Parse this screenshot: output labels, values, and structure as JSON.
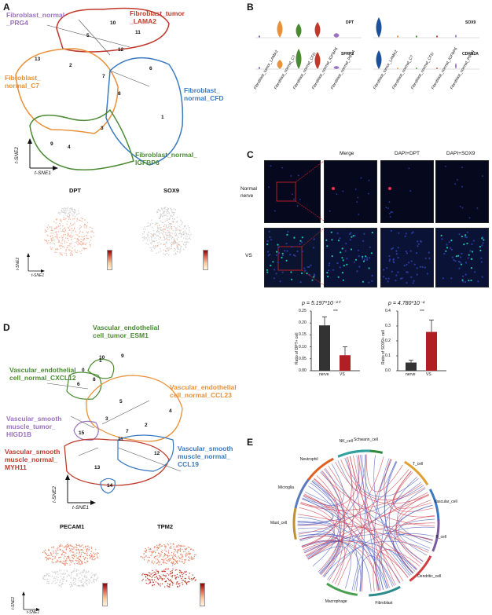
{
  "panelA": {
    "letter": "A",
    "labels": {
      "prg4": "Fibroblast_normal\n_PRG4",
      "lama2": "Fibroblast_tumor\n_LAMA2",
      "c7": "Fibroblast_\nnormal_C7",
      "cfd": "Fibroblast_\nnormal_CFD",
      "igfbp6": "Fibroblast_normal_\nIGFBP6"
    },
    "clusters": [
      "1",
      "2",
      "3",
      "4",
      "5",
      "6",
      "7",
      "8",
      "9",
      "10",
      "11",
      "12",
      "13"
    ],
    "axis_y": "t-SNE2",
    "axis_x": "t-SNE1",
    "feature1": "DPT",
    "feature2": "SOX9"
  },
  "panelB": {
    "letter": "B",
    "gene_left_top": "DPT",
    "gene_left_bottom": "SFRP2",
    "gene_right_top": "SOX9",
    "gene_right_bottom": "CDKN2A",
    "groups": [
      "Fibroblast_tumor_LAMA2",
      "Fibroblast_normal_C7",
      "Fibroblast_normal_CFD",
      "Fibroblast_normal_IGFBP6",
      "Fibroblast_normal_PRG4"
    ]
  },
  "panelC": {
    "letter": "C",
    "col_merge": "Merge",
    "col_dpt": "DAPI+DPT",
    "col_sox9": "DAPI+SOX9",
    "row_normal": "Normal\nnerve",
    "row_vs": "VS",
    "stat1": "p = 5.197*10⁻¹⁰",
    "stat2": "p = 4.780*10⁻⁴",
    "sig": "***",
    "bar1": {
      "ylabel": "Ratio of DPT+ cell",
      "categories": [
        "nerve",
        "VS"
      ],
      "values": [
        0.19,
        0.065
      ],
      "errors": [
        0.035,
        0.035
      ],
      "ticks": [
        "0.00",
        "0.05",
        "0.10",
        "0.15",
        "0.20",
        "0.25"
      ]
    },
    "bar2": {
      "ylabel": "Ratio of SOX9+ cell",
      "categories": [
        "nerve",
        "VS"
      ],
      "values": [
        0.055,
        0.26
      ],
      "errors": [
        0.015,
        0.08
      ],
      "ticks": [
        "0.0",
        "0.1",
        "0.2",
        "0.3",
        "0.4"
      ]
    }
  },
  "panelD": {
    "letter": "D",
    "labels": {
      "esm1": "Vascular_endothelial\ncell_tumor_ESM1",
      "cxcl12": "Vascular_endothelial\ncell_normal_CXCL12",
      "ccl23": "Vascular_endothelial\ncell_normal_CCL23",
      "higd1b": "Vascular_smooth\nmuscle_tumor_\nHIGD1B",
      "myh11": "Vascular_smooth\nmuscle_normal_\nMYH11",
      "ccl19": "Vascular_smooth\nmuscle_normal_\nCCL19"
    },
    "clusters": [
      "0",
      "1",
      "2",
      "3",
      "4",
      "5",
      "6",
      "7",
      "8",
      "9",
      "10",
      "11",
      "12",
      "13",
      "14",
      "15"
    ],
    "axis_y": "t-SNE2",
    "axis_x": "t-SNE1",
    "feature1": "PECAM1",
    "feature2": "TPM2"
  },
  "panelE": {
    "letter": "E",
    "cell_types": [
      "Schwann_cell",
      "T_cell",
      "Vascular_cell",
      "B_cell",
      "Dendritic_cell",
      "Fibroblast",
      "Macrophage",
      "Mast_cell",
      "Microglia",
      "Neutrophil",
      "NK_cell"
    ]
  },
  "colors": {
    "prg4": "#9b72c2",
    "lama2": "#c0392b",
    "c7": "#e8913a",
    "cfd": "#3a79c0",
    "igfbp6": "#4a8a32",
    "bar_dark": "#333333",
    "bar_red": "#b01f24"
  }
}
